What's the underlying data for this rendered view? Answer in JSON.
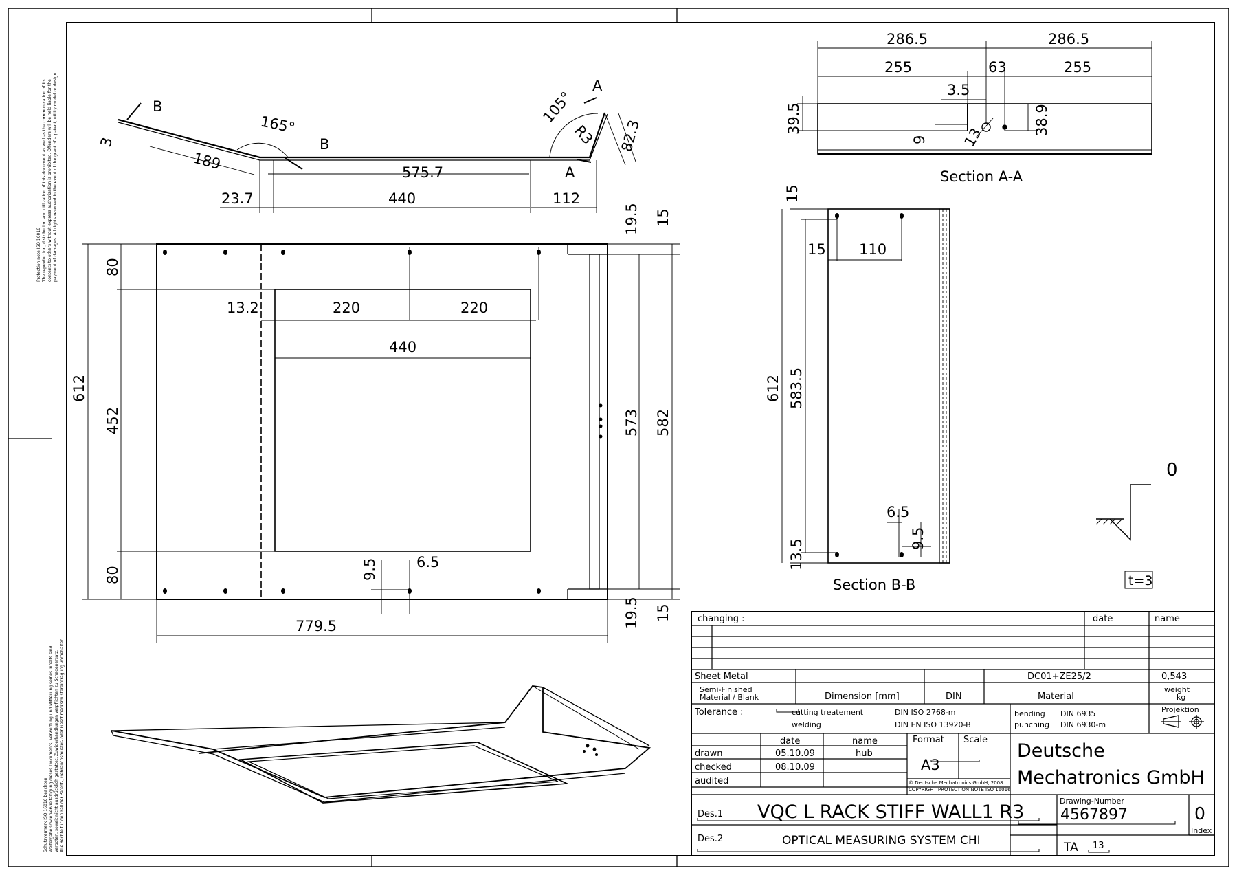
{
  "protection_note_en": [
    "Protection note ISO 16016",
    "The reproduction, distribution and utilization of this document as well as the communication of its",
    "contents to others without express authorization is prohibited. Offenders will be held liable for the",
    "payment of damages. All rights reserved in the event of the grant of a patent, utility model or design."
  ],
  "protection_note_de": [
    "Schutzvermerk ISO 16016 beachten",
    "Weitergabe sowie Vervielfältigung dieses Dokuments, Verwertung und Mitteilung seines Inhalts sind",
    "verboten, soweit nicht ausdrücklich gestattet. Zuwiderhandlungen verpflichten zu Schadenersatz.",
    "Alle Rechte für den Fall der Patent-, Gebrauchsmuster- oder Geschmacksmustereintragung vorbehalten."
  ],
  "side_view": {
    "dims": [
      "189",
      "3",
      "165°",
      "575.7",
      "105°",
      "R3",
      "82.3",
      "23.7",
      "440",
      "112"
    ],
    "cut_b": "B",
    "cut_a": "A"
  },
  "front_view": {
    "dims": [
      "80",
      "612",
      "452",
      "80",
      "13.2",
      "220",
      "220",
      "440",
      "9.5",
      "6.5",
      "779.5",
      "19.5",
      "15",
      "573",
      "582",
      "19.5",
      "15"
    ]
  },
  "section_aa": {
    "title": "Section A-A",
    "dims": [
      "286.5",
      "286.5",
      "255",
      "63",
      "255",
      "3.5",
      "39.5",
      "9",
      "13",
      "38.9"
    ]
  },
  "section_bb": {
    "title": "Section B-B",
    "dims": [
      "15",
      "15",
      "110",
      "612",
      "583.5",
      "6.5",
      "9.5",
      "13.5"
    ]
  },
  "surface_symbol": "0",
  "thickness_label": "t=3",
  "title_block": {
    "changing_label": "changing :",
    "date_label": "date",
    "name_label": "name",
    "sheet_metal": "Sheet Metal",
    "semi_finished_1": "Semi-Finished",
    "semi_finished_2": "Material / Blank",
    "dimension_label": "Dimension [mm]",
    "din_label": "DIN",
    "material_label": "Material",
    "material_value": "DC01+ZE25/2",
    "weight_value": "0,543",
    "weight_label_1": "weight",
    "weight_label_2": "kg",
    "tolerance_label": "Tolerance :",
    "cutting_label": "cutting treatement",
    "welding_label": "welding",
    "cutting_std": "DIN ISO 2768-m",
    "welding_std": "DIN EN ISO 13920-B",
    "bending_label": "bending",
    "punching_label": "punching",
    "bending_std": "DIN 6935",
    "punching_std": "DIN 6930-m",
    "projection_label": "Projektion",
    "col_date": "date",
    "col_name": "name",
    "format_label": "Format",
    "scale_label": "Scale",
    "format_value": "A3",
    "drawn_label": "drawn",
    "checked_label": "checked",
    "audited_label": "audited",
    "drawn_date": "05.10.09",
    "drawn_name": "hub",
    "checked_date": "08.10.09",
    "copyright_1": "© Deutsche Mechatronics GmbH, 2008",
    "copyright_2": "COPYRIGHT PROTECTION NOTE ISO 16016",
    "company_1": "Deutsche",
    "company_2": "Mechatronics GmbH",
    "des1_label": "Des.1",
    "des2_label": "Des.2",
    "des1": "VQC L RACK STIFF WALL1 R3",
    "des2": "OPTICAL MEASURING SYSTEM CHI",
    "drawing_number_label": "Drawing-Number",
    "drawing_number": "4567897",
    "index_value": "0",
    "index_label": "Index",
    "ta_label": "TA",
    "ta_value": "13"
  }
}
